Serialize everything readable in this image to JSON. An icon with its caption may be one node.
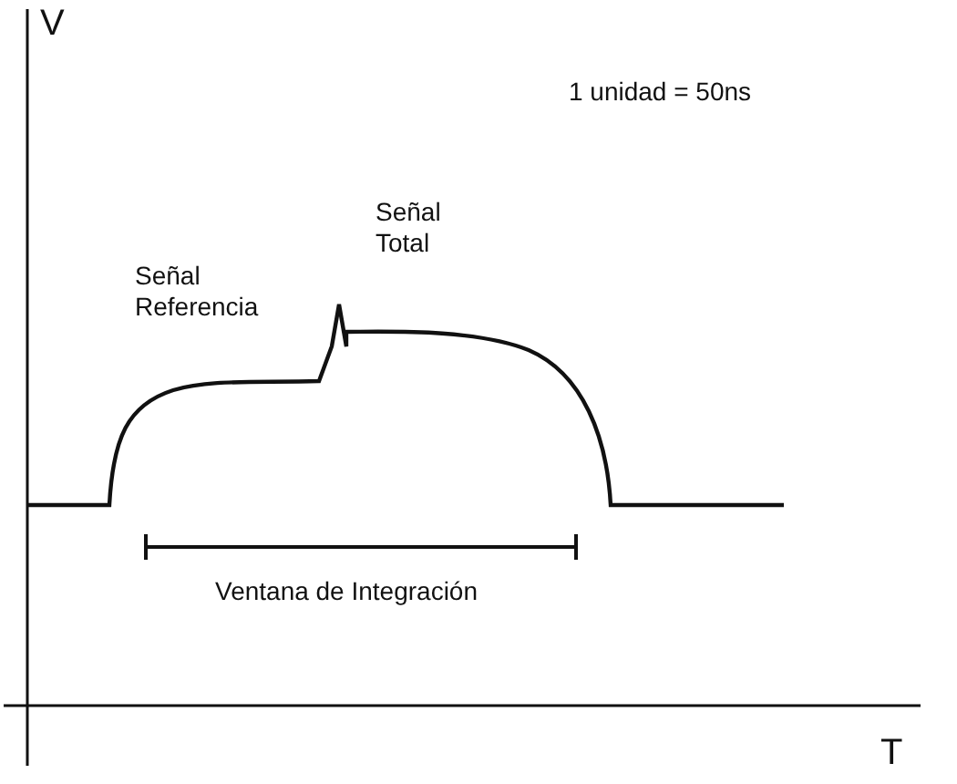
{
  "diagram": {
    "labels": [
      "V",
      "1 unidad = 50ns",
      "Señal Referencia",
      "Señal Total",
      "Ventana de Integración",
      "T"
    ]
  }
}
